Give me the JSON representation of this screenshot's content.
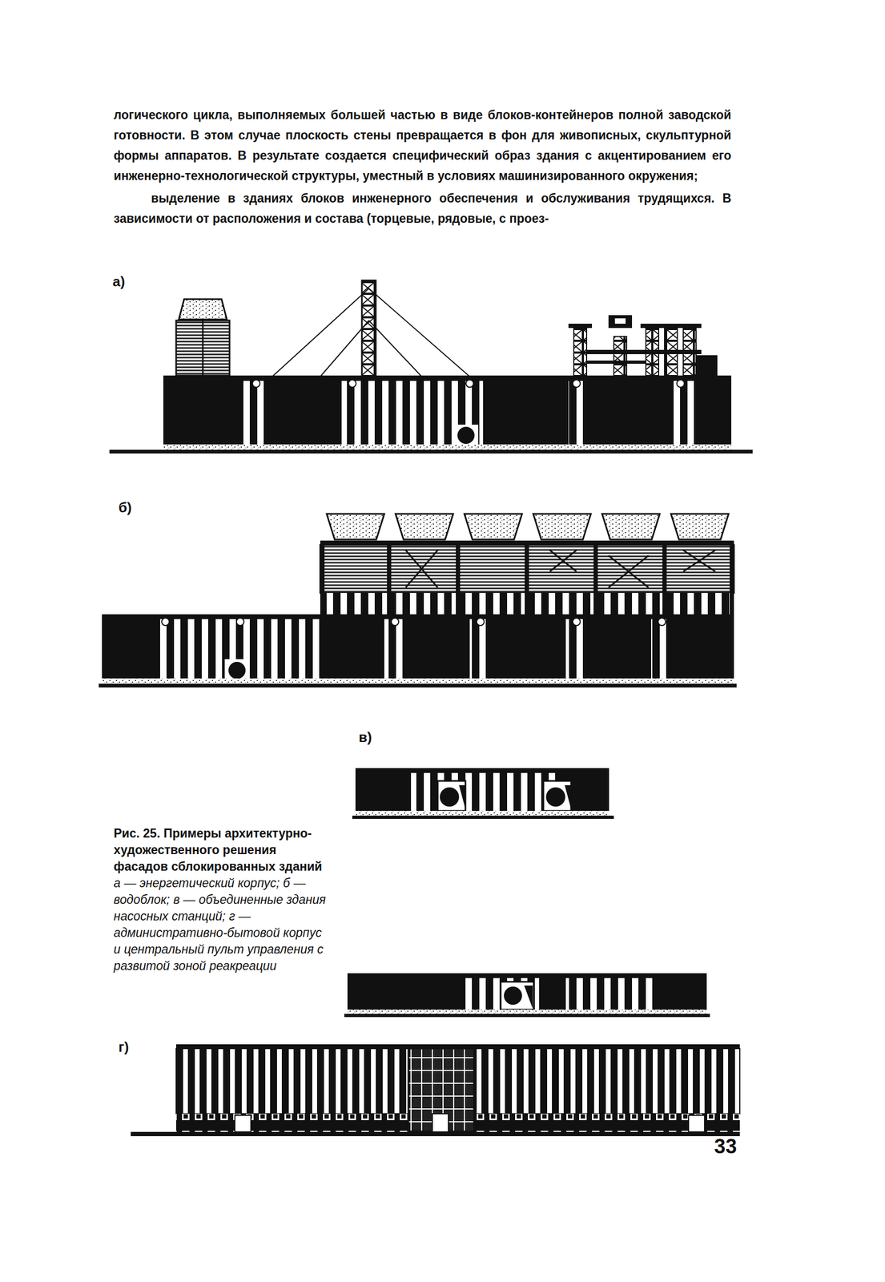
{
  "diagram": {
    "caption": "Рис. 25. Примеры архитектурно-художественного решения фасадов сблокированных зданий",
    "labels": [
      "логического цикла, выполняемых большей частью в виде блоков-контейнеров полной заводской готовности. В этом случае плоскость стены превращается в фон для живописных, скульптурной формы аппаратов. В результате создается специфический образ здания с акцентированием его инженерно-технологической структуры, уместный в условиях машинизированного окружения;",
      "выделение в зданиях блоков инженерного обеспечения и обслуживания трудящихся. В зависимости от расположения и состава (торцевые, рядовые, с проез-",
      "а)",
      "б)",
      "в)",
      "г)",
      "а — энергетический корпус; б — водоблок; в — объединенные здания насосных станций; г — административно-бытовой корпус и центральный пульт управления с развитой зоной реакреации",
      "33"
    ]
  }
}
